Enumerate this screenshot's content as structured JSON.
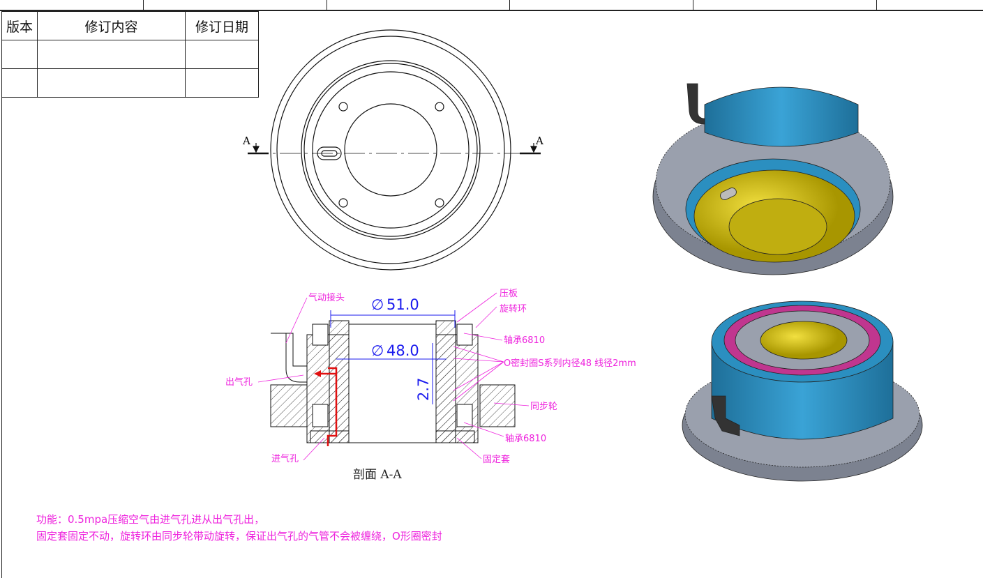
{
  "revision_table": {
    "headers": [
      "版本",
      "修订内容",
      "修订日期"
    ],
    "rows": [
      [
        "",
        "",
        ""
      ],
      [
        "",
        "",
        ""
      ]
    ]
  },
  "front_view": {
    "section_mark_left": "A",
    "section_mark_right": "A"
  },
  "section_view": {
    "title": "剖面 A-A",
    "dimensions": {
      "outer_dia": "51.0",
      "inner_dia": "48.0",
      "gap": "2.7"
    },
    "labels": {
      "pneumatic_fitting": "气动接头",
      "pressure_plate": "压板",
      "rotating_ring": "旋转环",
      "bearing_top": "轴承6810",
      "oring": "O密封圈S系列内径48 线径2mm",
      "outlet": "出气孔",
      "sync_pulley": "同步轮",
      "bearing_bottom": "轴承6810",
      "inlet": "进气孔",
      "fixed_sleeve": "固定套"
    }
  },
  "notes": [
    "功能：0.5mpa压缩空气由进气孔进从出气孔出，",
    "固定套固定不动，旋转环由同步轮带动旋转，保证出气孔的气管不会被缠绕，O形圈密封"
  ],
  "colors": {
    "annotation": "#ee22dd",
    "dimension": "#1a1aee",
    "body_blue": "#2b8fc0",
    "core_yellow": "#d8c400",
    "pulley_gray": "#8a8f9c"
  }
}
